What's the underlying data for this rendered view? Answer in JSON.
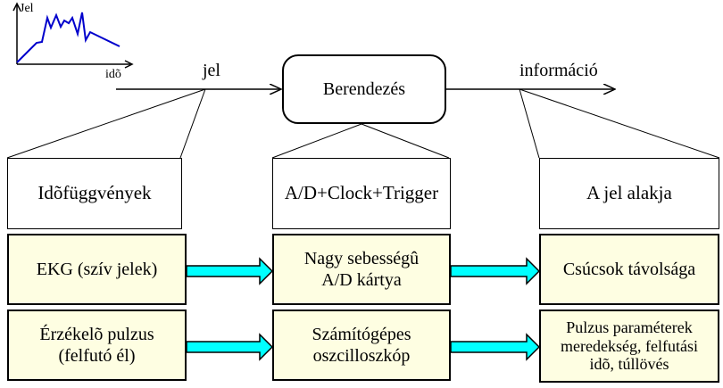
{
  "flow": {
    "input_label": "jel",
    "device_label": "Berendezés",
    "output_label": "információ"
  },
  "columns": [
    {
      "header": "Idõfüggvények",
      "row1": "EKG (szív jelek)",
      "row2": "Érzékelõ pulzus\n(felfutó él)"
    },
    {
      "header": "A/D+Clock+Trigger",
      "row1": "Nagy sebességû\nA/D kártya",
      "row2": "Számítógépes\noszcilloszkóp"
    },
    {
      "header": "A jel alakja",
      "row1": "Csúcsok távolsága",
      "row2": "Pulzus paraméterek\nmeredekség, felfutási\nidõ, túllövés"
    }
  ],
  "mini_chart": {
    "ylabel": "Jel",
    "xlabel": "idõ"
  },
  "colors": {
    "cream": "#fefee2",
    "arrow_fill": "#00ffff",
    "signal_line": "#0000cc"
  }
}
